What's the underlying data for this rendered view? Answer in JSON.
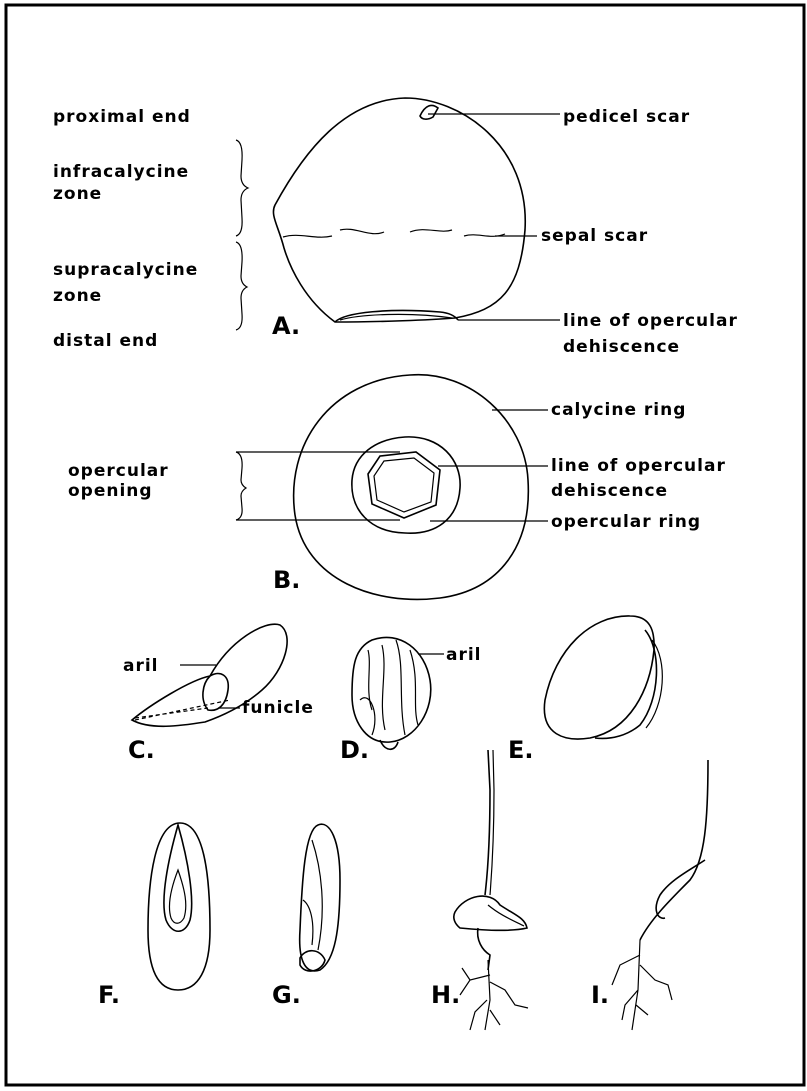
{
  "figure": {
    "a": {
      "letter": "A.",
      "left_labels": {
        "proximal_end": "proximal end",
        "infracalycine_1": "infracalycine",
        "infracalycine_2": "zone",
        "supracalycine_1": "supracalycine",
        "supracalycine_2": "zone",
        "distal_end": "distal end"
      },
      "right_labels": {
        "pedicel_scar": "pedicel scar",
        "sepal_scar": "sepal scar",
        "line_dehiscence_1": "line of opercular",
        "line_dehiscence_2": "dehiscence"
      }
    },
    "b": {
      "letter": "B.",
      "left_labels": {
        "opercular_1": "opercular",
        "opercular_2": "opening"
      },
      "right_labels": {
        "calycine_ring": "calycine ring",
        "line_dehiscence_1": "line of opercular",
        "line_dehiscence_2": "dehiscence",
        "opercular_ring": "opercular ring"
      }
    },
    "c": {
      "letter": "C.",
      "aril": "aril",
      "funicle": "funicle"
    },
    "d": {
      "letter": "D.",
      "aril": "aril"
    },
    "e": {
      "letter": "E."
    },
    "f": {
      "letter": "F."
    },
    "g": {
      "letter": "G."
    },
    "h": {
      "letter": "H."
    },
    "i": {
      "letter": "I."
    }
  }
}
